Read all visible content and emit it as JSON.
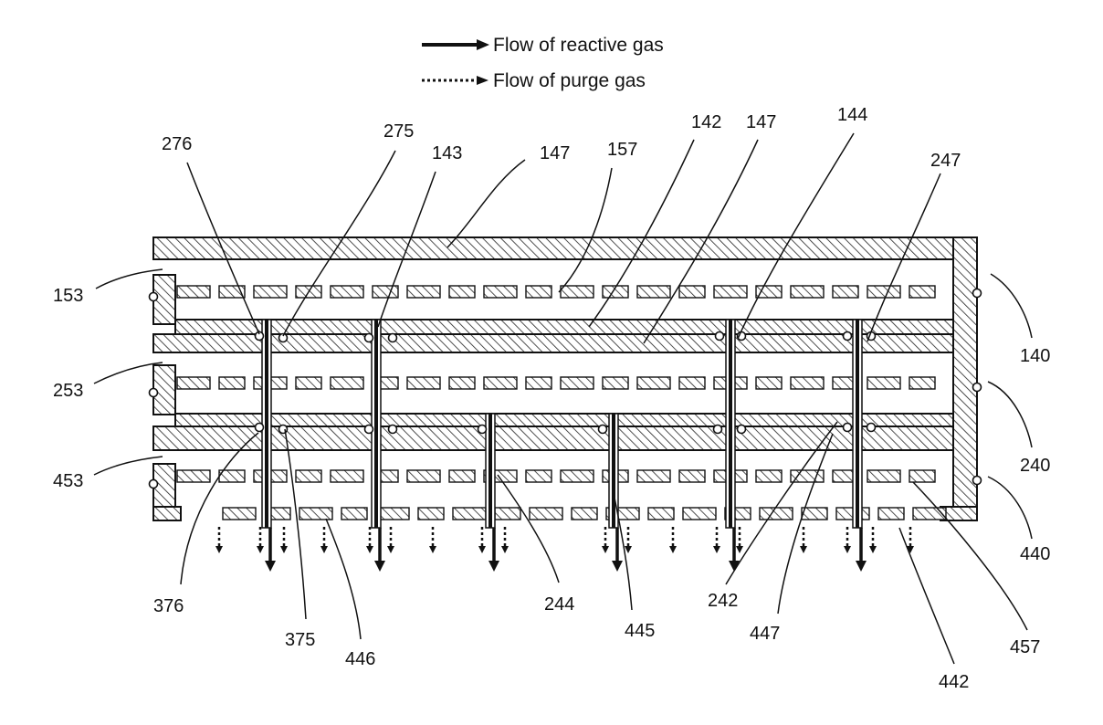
{
  "legend": {
    "reactive": "Flow of reactive gas",
    "purge": "Flow of purge gas"
  },
  "labels": {
    "l276": "276",
    "l275": "275",
    "l143": "143",
    "l147a": "147",
    "l157": "157",
    "l142": "142",
    "l147b": "147",
    "l144": "144",
    "l247": "247",
    "l153": "153",
    "l253": "253",
    "l453": "453",
    "l140": "140",
    "l240": "240",
    "l440": "440",
    "l376": "376",
    "l375": "375",
    "l446": "446",
    "l244": "244",
    "l445": "445",
    "l242": "242",
    "l447": "447",
    "l457": "457",
    "l442": "442"
  },
  "colors": {
    "ink": "#111111",
    "background": "#ffffff"
  }
}
